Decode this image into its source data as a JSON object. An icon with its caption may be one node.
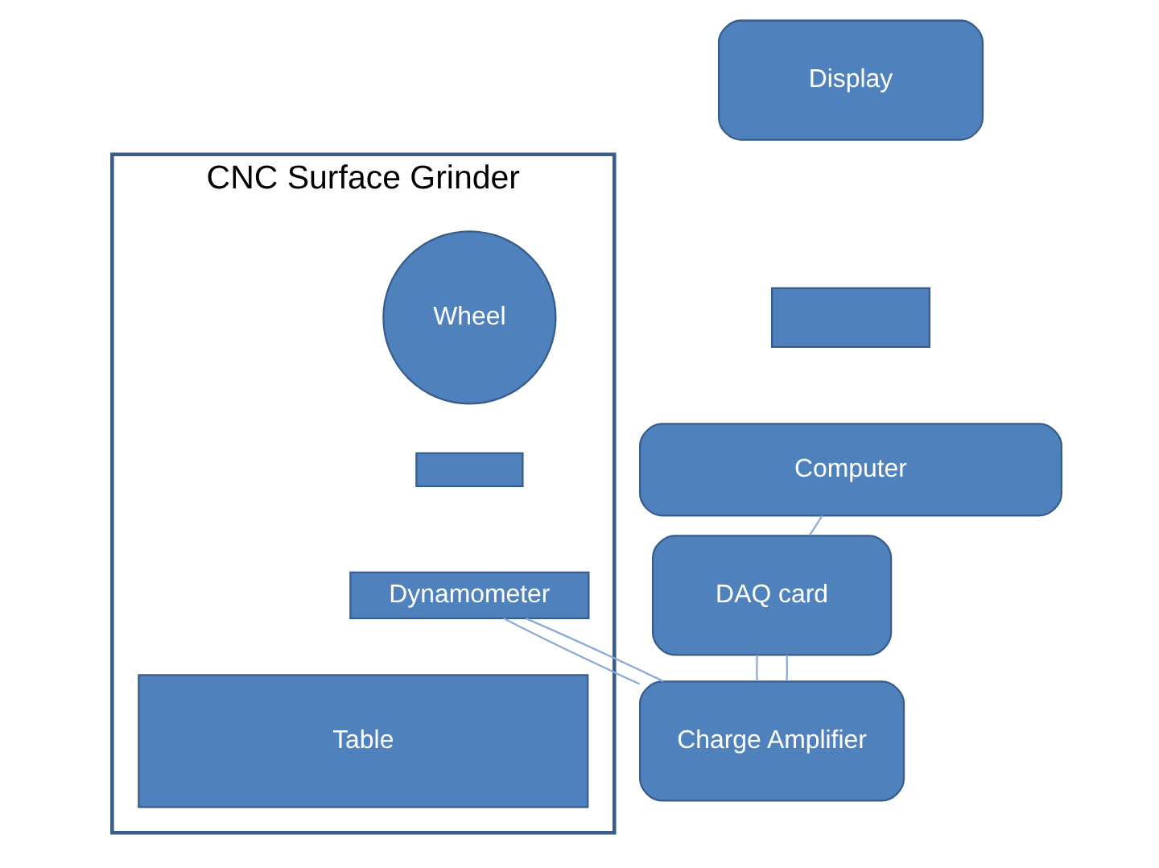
{
  "diagram": {
    "nodes": [
      {
        "text": [
          "CNC Surface Grinder"
        ]
      },
      {
        "text": [
          "Wheel"
        ],
        "in": 0
      },
      {
        "text": [],
        "shape": "box",
        "in": 0
      },
      {
        "text": [
          "Dynamometer"
        ],
        "in": 0
      },
      {
        "text": [
          "Table"
        ],
        "in": 0
      },
      {
        "text": [
          "Display"
        ]
      },
      {
        "text": [],
        "shape": "box"
      },
      {
        "text": [
          "Computer"
        ]
      },
      {
        "text": [
          "DAQ card"
        ]
      },
      {
        "text": [
          "Charge Amplifier"
        ]
      }
    ],
    "edges": [
      {
        "from": 3,
        "to": 9,
        "arrow": "none"
      },
      {
        "from": 3,
        "to": 9,
        "arrow": "none"
      },
      {
        "from": 7,
        "to": 8,
        "arrow": "none"
      },
      {
        "from": 8,
        "to": 9,
        "arrow": "none"
      },
      {
        "from": 8,
        "to": 9,
        "arrow": "none"
      }
    ]
  }
}
